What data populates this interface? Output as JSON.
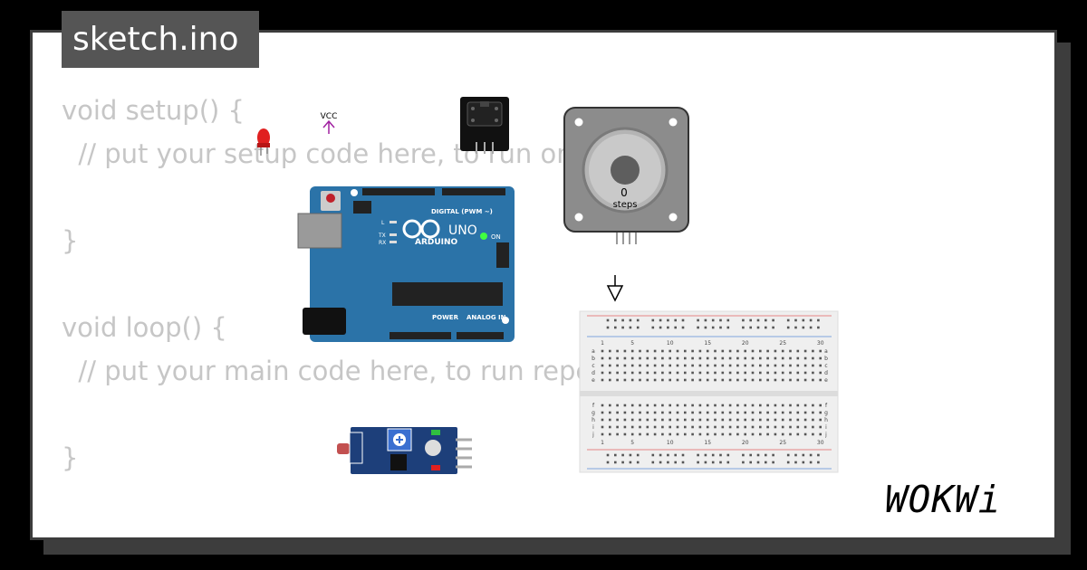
{
  "tab": {
    "filename": "sketch.ino"
  },
  "code": {
    "line1": "void setup() {",
    "line2": "  // put your setup code here, to run once:",
    "line3": "}",
    "line4": "void loop() {",
    "line5": "  // put your main code here, to run repeatedly:",
    "line6": "}"
  },
  "parts": {
    "vcc_label": "VCC",
    "arduino": {
      "brand": "ARDUINO",
      "model": "UNO",
      "digital_label": "DIGITAL (PWM ~)",
      "power_label": "POWER",
      "analog_label": "ANALOG IN",
      "on_label": "ON",
      "l_label": "L",
      "tx_label": "TX",
      "rx_label": "RX"
    },
    "stepper": {
      "value": "0",
      "unit": "steps"
    },
    "breadboard": {
      "col_numbers": [
        "1",
        "5",
        "10",
        "15",
        "20",
        "25",
        "30"
      ],
      "rows_top": [
        "a",
        "b",
        "c",
        "d",
        "e"
      ],
      "rows_bottom": [
        "f",
        "g",
        "h",
        "i",
        "j"
      ]
    }
  },
  "brand": {
    "logo": "WOKWi"
  },
  "colors": {
    "arduino_board": "#2b73a8",
    "led": "#e02020",
    "sensor_board": "#1d3f7a"
  }
}
